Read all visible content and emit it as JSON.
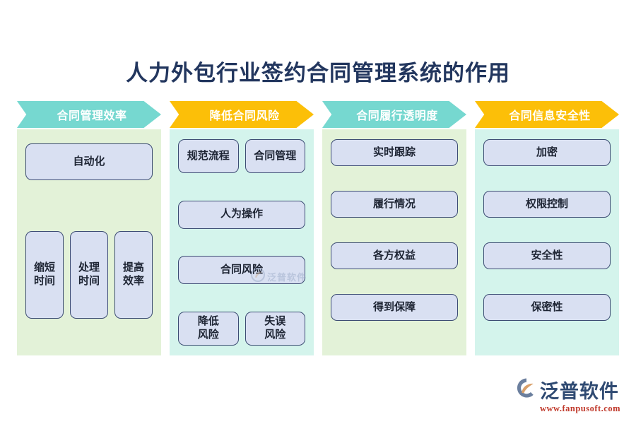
{
  "page": {
    "title": "人力外包行业签约合同管理系统的作用",
    "background_color": "#ffffff",
    "title_color": "#22365e"
  },
  "palette": {
    "teal_header": "#76d8d0",
    "orange_header": "#fcbf08",
    "panel_green": "#e3f2d8",
    "panel_mint": "#d4f4ec",
    "node_fill": "#d9e0f2",
    "node_border": "#3c4c73",
    "brand_navy": "#2f4a72",
    "brand_red": "#c0392b"
  },
  "columns": [
    {
      "header": "合同管理效率",
      "header_style": "teal",
      "panel_style": "green",
      "top_node": "自动化",
      "tall_nodes": [
        "缩短\n时间",
        "处理\n时间",
        "提高\n效率"
      ]
    },
    {
      "header": "降低合同风险",
      "header_style": "orange",
      "panel_style": "mint",
      "pair_top": [
        "规范流程",
        "合同管理"
      ],
      "single_nodes": [
        "人为操作",
        "合同风险"
      ],
      "pair_bottom": [
        "降低\n风险",
        "失误\n风险"
      ]
    },
    {
      "header": "合同履行透明度",
      "header_style": "teal",
      "panel_style": "green",
      "nodes": [
        "实时跟踪",
        "履行情况",
        "各方权益",
        "得到保障"
      ]
    },
    {
      "header": "合同信息安全性",
      "header_style": "orange",
      "panel_style": "mint",
      "nodes": [
        "加密",
        "权限控制",
        "安全性",
        "保密性"
      ]
    }
  ],
  "watermark": {
    "text": "泛普软件"
  },
  "brand": {
    "name": "泛普软件",
    "url": "www.fanpusoft.com"
  }
}
